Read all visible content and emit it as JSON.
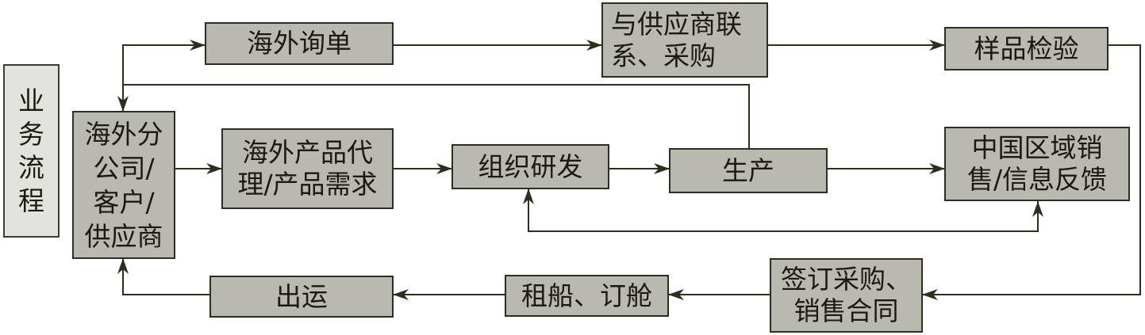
{
  "side_label": {
    "lines": [
      "业",
      "务",
      "流",
      "程"
    ]
  },
  "nodes": {
    "overseas_inquiry": "海外询单",
    "contact_suppliers": [
      "与供应商联",
      "系、采购"
    ],
    "sample_inspection": "样品检验",
    "branch": [
      "海外分",
      "公司/",
      "客户/",
      "供应商"
    ],
    "product_agency": [
      "海外产品代",
      "理/产品需求"
    ],
    "rnd": "组织研发",
    "production": "生产",
    "china_sales": [
      "中国区域销",
      "售/信息反馈"
    ],
    "contract": [
      "签订采购、",
      "销售合同"
    ],
    "chartering": "租船、订舱",
    "shipping": "出运"
  },
  "colors": {
    "box_fill": "#b9b9b1",
    "label_fill": "#e2e2de",
    "stroke": "#2e2e1e"
  }
}
